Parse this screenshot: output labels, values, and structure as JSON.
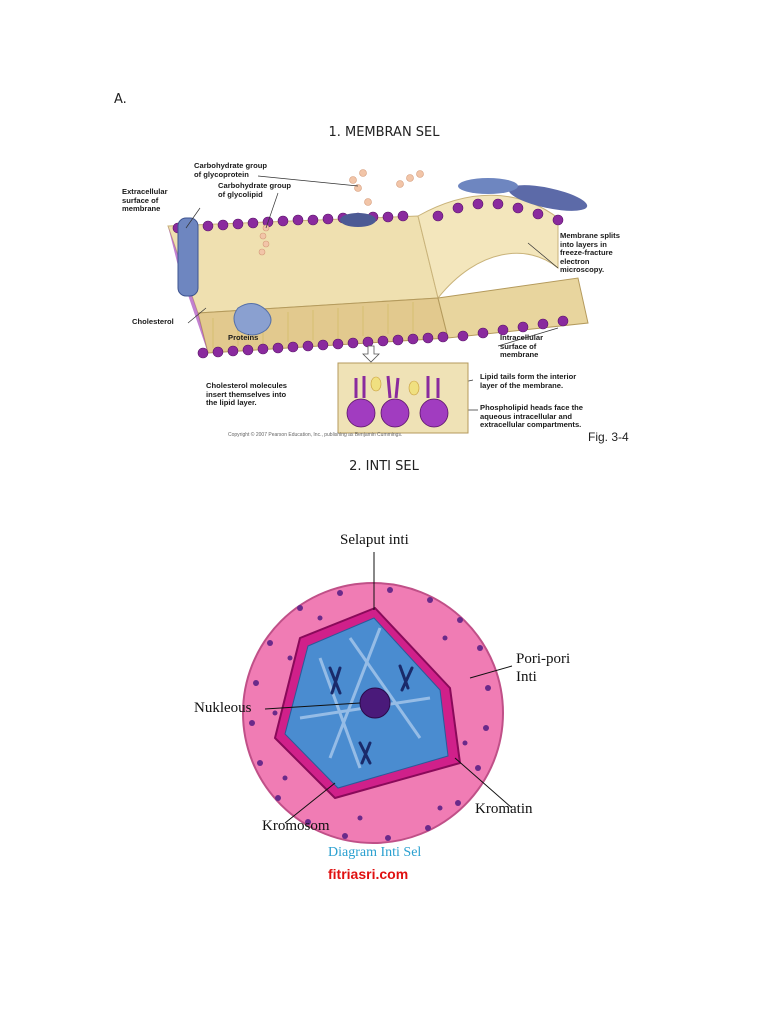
{
  "section_letter": "A.",
  "membrane": {
    "heading": "1. MEMBRAN SEL",
    "labels": {
      "carb_glycoprotein": [
        "Carbohydrate group",
        "of glycoprotein"
      ],
      "carb_glycolipid": [
        "Carbohydrate group",
        "of glycolipid"
      ],
      "extracellular": [
        "Extracellular",
        "surface of",
        "membrane"
      ],
      "membrane_splits": [
        "Membrane splits",
        "into layers in",
        "freeze-fracture",
        "electron",
        "microscopy."
      ],
      "cholesterol": "Cholesterol",
      "proteins": "Proteins",
      "intracellular": [
        "Intracellular",
        "surface of",
        "membrane"
      ],
      "cholesterol_molecules": [
        "Cholesterol molecules",
        "insert themselves into",
        "the lipid layer."
      ],
      "lipid_tails": [
        "Lipid tails form the interior",
        "layer of the membrane."
      ],
      "phospholipid_heads": [
        "Phospholipid heads face the",
        "aqueous intracellular and",
        "extracellular compartments."
      ]
    },
    "copyright": "Copyright © 2007 Pearson Education, Inc., publishing as Benjamin Cummings.",
    "fig": "Fig. 3-4",
    "colors": {
      "head": "#8a2a9e",
      "tail": "#e8d8a8",
      "protein": "#6e86c0"
    }
  },
  "nucleus": {
    "heading": "2. INTI SEL",
    "labels": {
      "selaput": "Selaput inti",
      "pori": [
        "Pori-pori",
        "Inti"
      ],
      "nukleous": "Nukleous",
      "kromatin": "Kromatin",
      "kromosom": "Kromosom"
    },
    "caption": "Diagram Inti Sel",
    "watermark": "fitriasri.com",
    "colors": {
      "outer": "#f07cb4",
      "membrane": "#d0208a",
      "inner": "#4a8cd0",
      "pore": "#6a2a8a",
      "caption": "#2aa0d0",
      "watermark": "#e01010"
    }
  }
}
